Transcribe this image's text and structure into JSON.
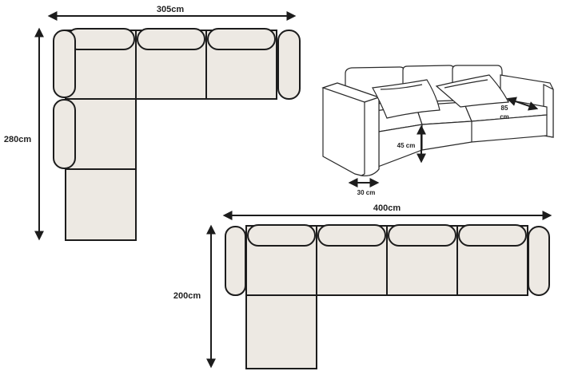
{
  "diagram": {
    "colors": {
      "module_fill": "#ede9e3",
      "outline": "#1c1c1c",
      "text": "#222222"
    },
    "corner_sofa": {
      "width_label": "305cm",
      "depth_label": "280cm"
    },
    "lounge_sofa": {
      "width_label": "400cm",
      "depth_label": "200cm"
    },
    "sofa_sketch": {
      "armrest_width_label": "30 cm",
      "seat_height_label": "45 cm",
      "seat_depth_label": "85",
      "seat_depth_unit": "cm"
    }
  }
}
